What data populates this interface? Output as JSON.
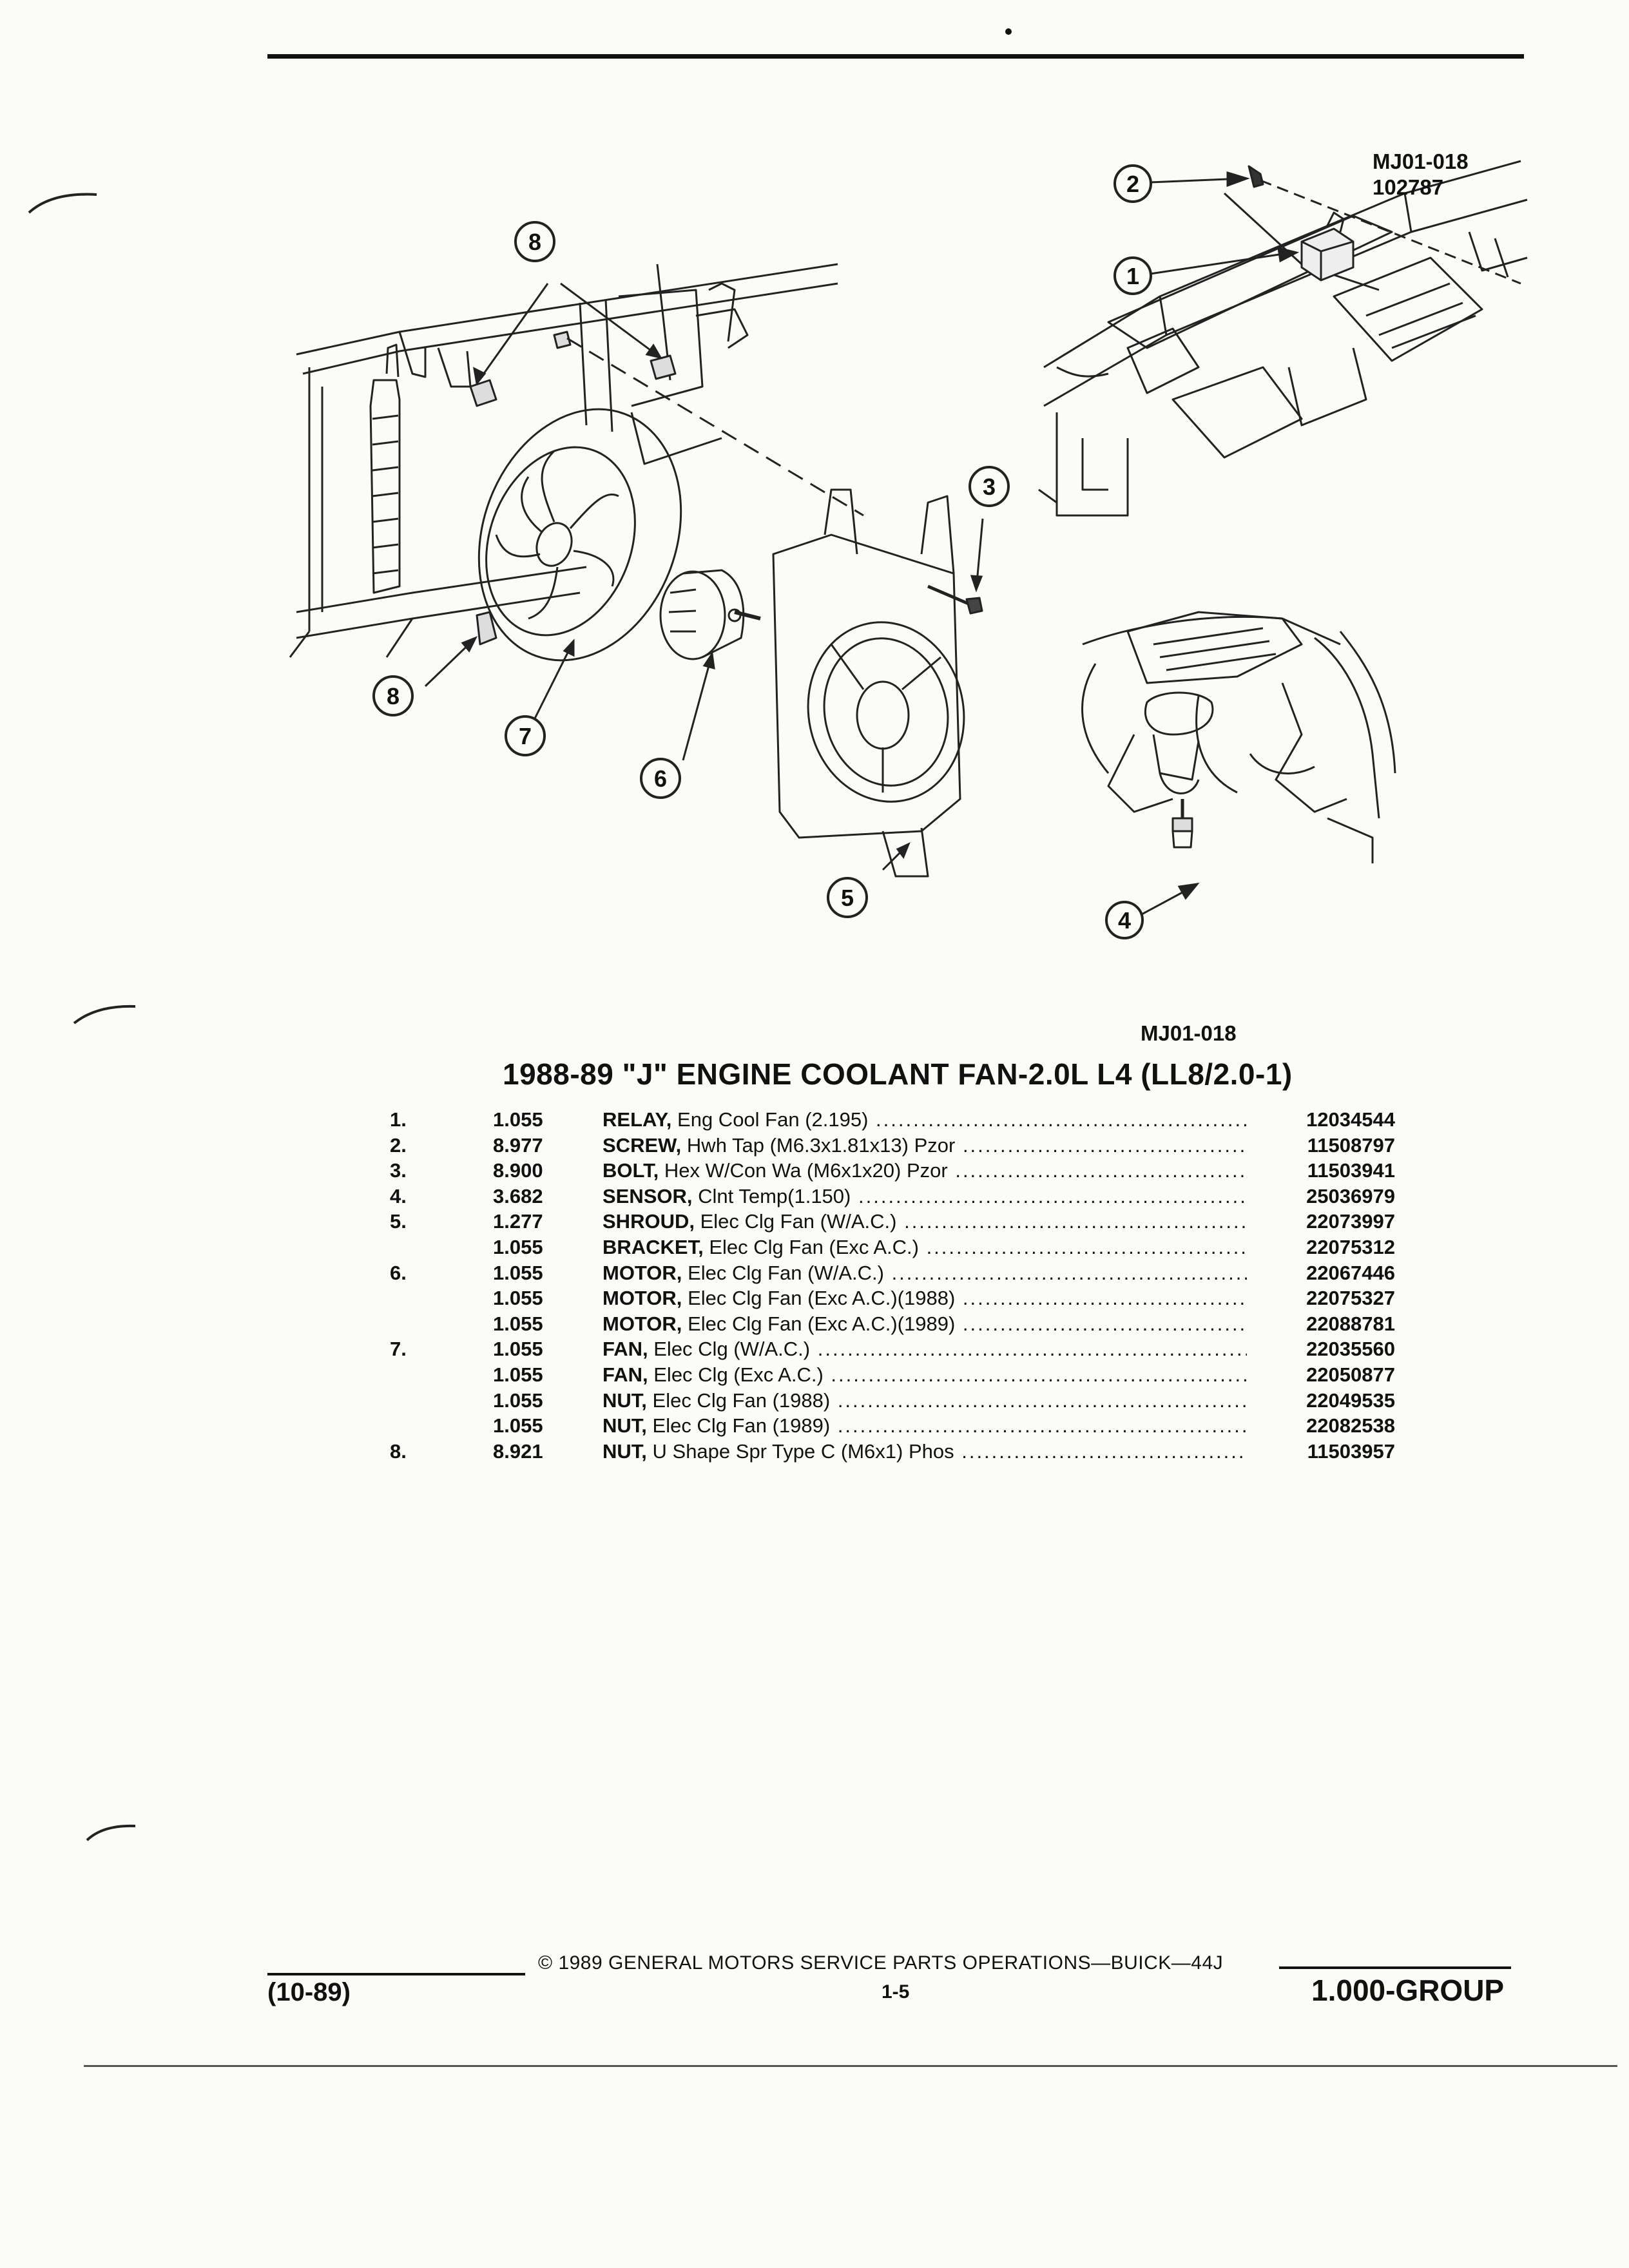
{
  "figure": {
    "inset_code": "MJ01-018",
    "inset_number": "102787",
    "figure_id": "MJ01-018",
    "callouts": [
      "1",
      "2",
      "3",
      "4",
      "5",
      "6",
      "7",
      "8",
      "8"
    ]
  },
  "section_title": "1988-89 \"J\" ENGINE COOLANT FAN-2.0L L4 (LL8/2.0-1)",
  "parts": [
    {
      "idx": "1.",
      "code": "1.055",
      "name": "RELAY,",
      "desc": "Eng Cool Fan (2.195)",
      "pn": "12034544"
    },
    {
      "idx": "2.",
      "code": "8.977",
      "name": "SCREW,",
      "desc": "Hwh Tap (M6.3x1.81x13) Pzor",
      "pn": "11508797"
    },
    {
      "idx": "3.",
      "code": "8.900",
      "name": "BOLT,",
      "desc": "Hex W/Con Wa (M6x1x20) Pzor",
      "pn": "11503941"
    },
    {
      "idx": "4.",
      "code": "3.682",
      "name": "SENSOR,",
      "desc": "Clnt Temp(1.150)",
      "pn": "25036979"
    },
    {
      "idx": "5.",
      "code": "1.277",
      "name": "SHROUD,",
      "desc": "Elec Clg Fan (W/A.C.)",
      "pn": "22073997"
    },
    {
      "idx": "",
      "code": "1.055",
      "name": "BRACKET,",
      "desc": "Elec Clg Fan (Exc A.C.)",
      "pn": "22075312"
    },
    {
      "idx": "6.",
      "code": "1.055",
      "name": "MOTOR,",
      "desc": "Elec Clg Fan (W/A.C.)",
      "pn": "22067446"
    },
    {
      "idx": "",
      "code": "1.055",
      "name": "MOTOR,",
      "desc": "Elec Clg Fan (Exc A.C.)(1988)",
      "pn": "22075327"
    },
    {
      "idx": "",
      "code": "1.055",
      "name": "MOTOR,",
      "desc": "Elec Clg Fan (Exc A.C.)(1989)",
      "pn": "22088781"
    },
    {
      "idx": "7.",
      "code": "1.055",
      "name": "FAN,",
      "desc": "Elec Clg (W/A.C.)",
      "pn": "22035560"
    },
    {
      "idx": "",
      "code": "1.055",
      "name": "FAN,",
      "desc": "Elec Clg (Exc A.C.)",
      "pn": "22050877"
    },
    {
      "idx": "",
      "code": "1.055",
      "name": "NUT,",
      "desc": "Elec Clg Fan (1988)",
      "pn": "22049535"
    },
    {
      "idx": "",
      "code": "1.055",
      "name": "NUT,",
      "desc": "Elec Clg Fan (1989)",
      "pn": "22082538"
    },
    {
      "idx": "8.",
      "code": "8.921",
      "name": "NUT,",
      "desc": "U Shape Spr Type C (M6x1) Phos",
      "pn": "11503957"
    }
  ],
  "footer": {
    "copyright": "© 1989 GENERAL MOTORS SERVICE PARTS OPERATIONS—BUICK—44J",
    "date": "(10-89)",
    "page": "1-5",
    "group": "1.000-GROUP"
  }
}
